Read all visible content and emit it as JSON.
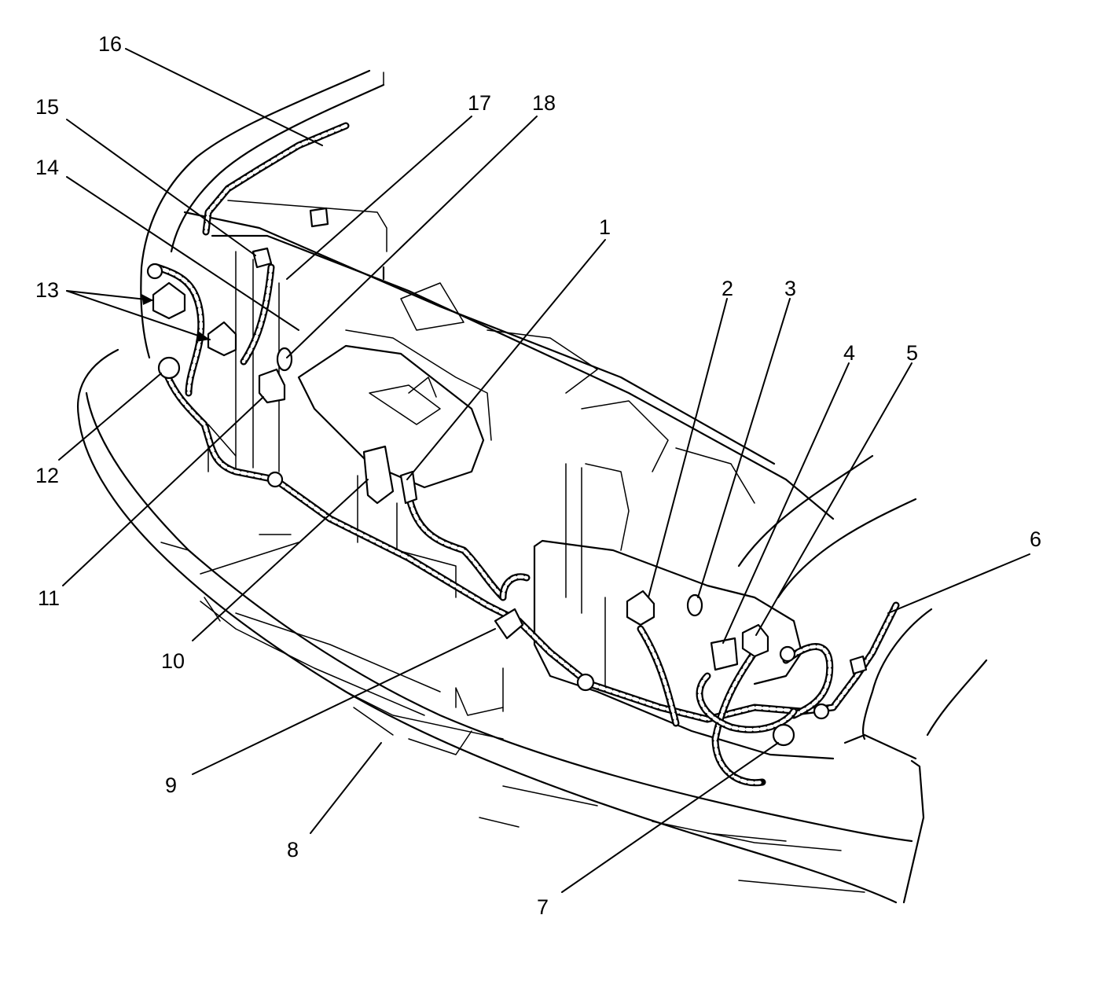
{
  "callouts": {
    "c1": "1",
    "c2": "2",
    "c3": "3",
    "c4": "4",
    "c5": "5",
    "c6": "6",
    "c7": "7",
    "c8": "8",
    "c9": "9",
    "c10": "10",
    "c11": "11",
    "c12": "12",
    "c13": "13",
    "c14": "14",
    "c15": "15",
    "c16": "16",
    "c17": "17",
    "c18": "18"
  },
  "style": {
    "line_color": "#000000",
    "background": "#ffffff"
  }
}
